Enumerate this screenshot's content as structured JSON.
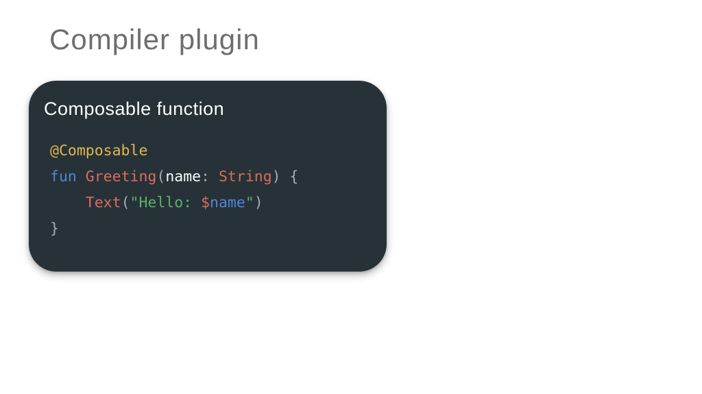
{
  "slide": {
    "title": "Compiler plugin",
    "background": "#ffffff"
  },
  "card": {
    "heading": "Composable function",
    "background": "#263238",
    "heading_color": "#fcfcfc",
    "code": {
      "language": "kotlin",
      "plain_text": "@Composable\nfun Greeting(name: String) {\n    Text(\"Hello: $name\")\n}",
      "palette": {
        "yellow": "#e2b64e",
        "blue": "#5185d6",
        "salmon": "#dd6b5a",
        "green": "#5cb168",
        "white": "#fafafa",
        "punct": "#a3adb3"
      },
      "lines": [
        [
          {
            "t": "@Composable",
            "c": "yellow"
          }
        ],
        [
          {
            "t": "fun",
            "c": "blue"
          },
          {
            "t": " ",
            "c": "punct"
          },
          {
            "t": "Greeting",
            "c": "salmon"
          },
          {
            "t": "(",
            "c": "punct"
          },
          {
            "t": "name",
            "c": "white"
          },
          {
            "t": ": ",
            "c": "punct"
          },
          {
            "t": "String",
            "c": "salmon"
          },
          {
            "t": ") {",
            "c": "punct"
          }
        ],
        [
          {
            "t": "    ",
            "c": "punct"
          },
          {
            "t": "Text",
            "c": "salmon"
          },
          {
            "t": "(",
            "c": "punct"
          },
          {
            "t": "\"Hello: ",
            "c": "green"
          },
          {
            "t": "$",
            "c": "salmon"
          },
          {
            "t": "name",
            "c": "blue"
          },
          {
            "t": "\"",
            "c": "green"
          },
          {
            "t": ")",
            "c": "punct"
          }
        ],
        [
          {
            "t": "}",
            "c": "punct"
          }
        ]
      ]
    }
  }
}
